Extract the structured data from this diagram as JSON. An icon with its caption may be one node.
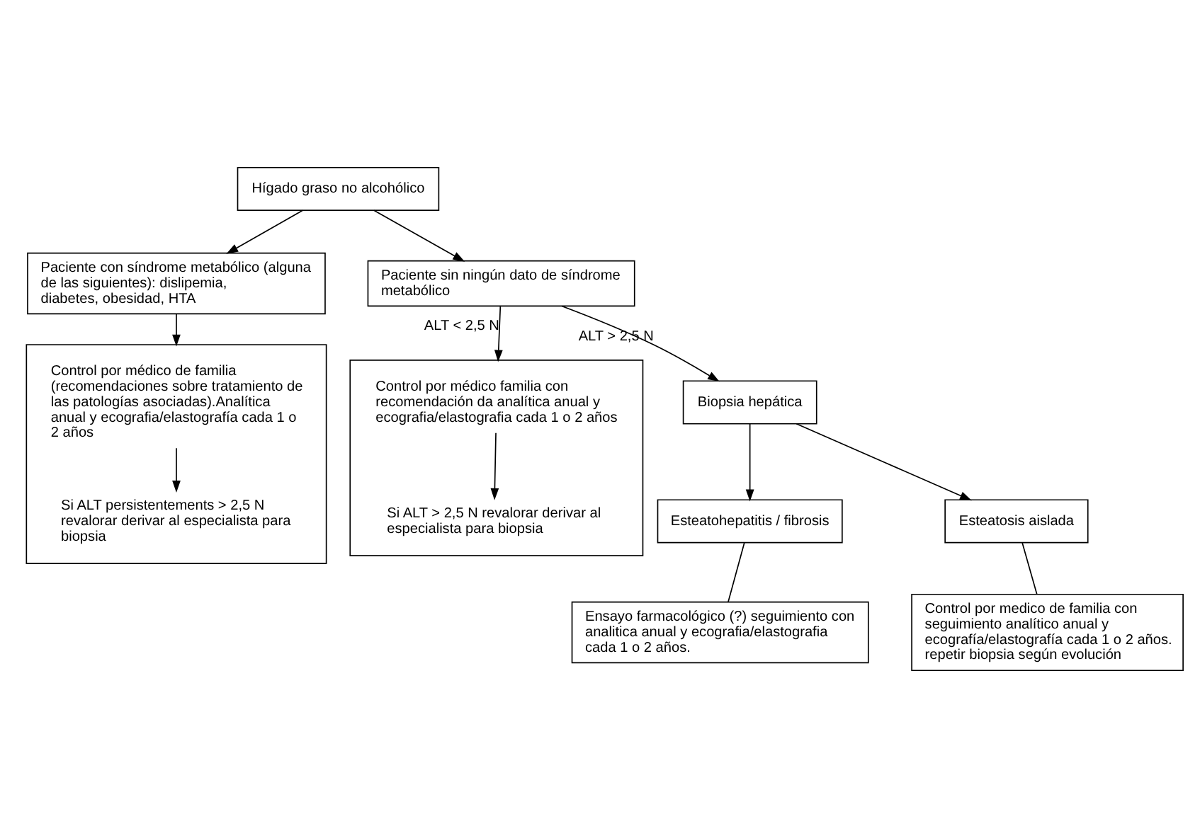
{
  "diagram": {
    "nodes": [
      {
        "text": [
          "Hígado graso no alcohólico"
        ]
      },
      {
        "text": [
          "Paciente con síndrome metabólico (alguna de las siguientes): dislipemia, diabetes, obesidad, HTA"
        ]
      },
      {
        "text": [
          "Paciente sin ningún dato de síndrome metabólico"
        ]
      },
      {
        "text": [],
        "shape": "box"
      },
      {
        "text": [
          "Control por médico de familia (recomendaciones sobre tratamiento de las patologías asociadas).Analítica anual y ecografia/elastografía cada 1 o 2 años"
        ],
        "in": 3
      },
      {
        "text": [
          "Si ALT persistentements > 2,5 N revalorar derivar al especialista para biopsia"
        ],
        "in": 3
      },
      {
        "text": [
          "Biopsia hepática"
        ]
      },
      {
        "text": [],
        "shape": "box"
      },
      {
        "text": [
          "Control por médico familia con recomendación da analítica anual y ecografia/elastografia cada 1 o 2 años"
        ],
        "in": 7
      },
      {
        "text": [
          "Si ALT > 2,5 N revalorar derivar al especialista para biopsia"
        ],
        "in": 7
      },
      {
        "text": [
          "Esteatohepatitis / fibrosis"
        ]
      },
      {
        "text": [
          "Esteatosis aislada"
        ]
      },
      {
        "text": [
          "Ensayo farmacológico (?) seguimiento con analitica anual y ecografia/elastografia cada 1 o 2 años."
        ]
      },
      {
        "text": [
          "Control por medico de familia con seguimiento analítico anual y ecografía/elastografía cada 1 o 2 años. repetir biopsia según evolución"
        ]
      }
    ],
    "edges": [
      {
        "from": 0,
        "to": 1,
        "arrow": "to"
      },
      {
        "from": 0,
        "to": 2,
        "arrow": "to"
      },
      {
        "from": 1,
        "to": 3,
        "arrow": "to"
      },
      {
        "from": 4,
        "to": 5,
        "arrow": "to"
      },
      {
        "from": 2,
        "to": 6,
        "arrow": "to",
        "label": "ALT > 2,5 N"
      },
      {
        "from": 2,
        "to": 7,
        "arrow": "to",
        "label": "ALT < 2,5 N"
      },
      {
        "from": 8,
        "to": 9,
        "arrow": "to"
      },
      {
        "from": 6,
        "to": 10,
        "arrow": "to"
      },
      {
        "from": 6,
        "to": 11,
        "arrow": "to"
      },
      {
        "from": 10,
        "to": 12,
        "arrow": "none"
      },
      {
        "from": 11,
        "to": 13,
        "arrow": "none"
      }
    ]
  }
}
